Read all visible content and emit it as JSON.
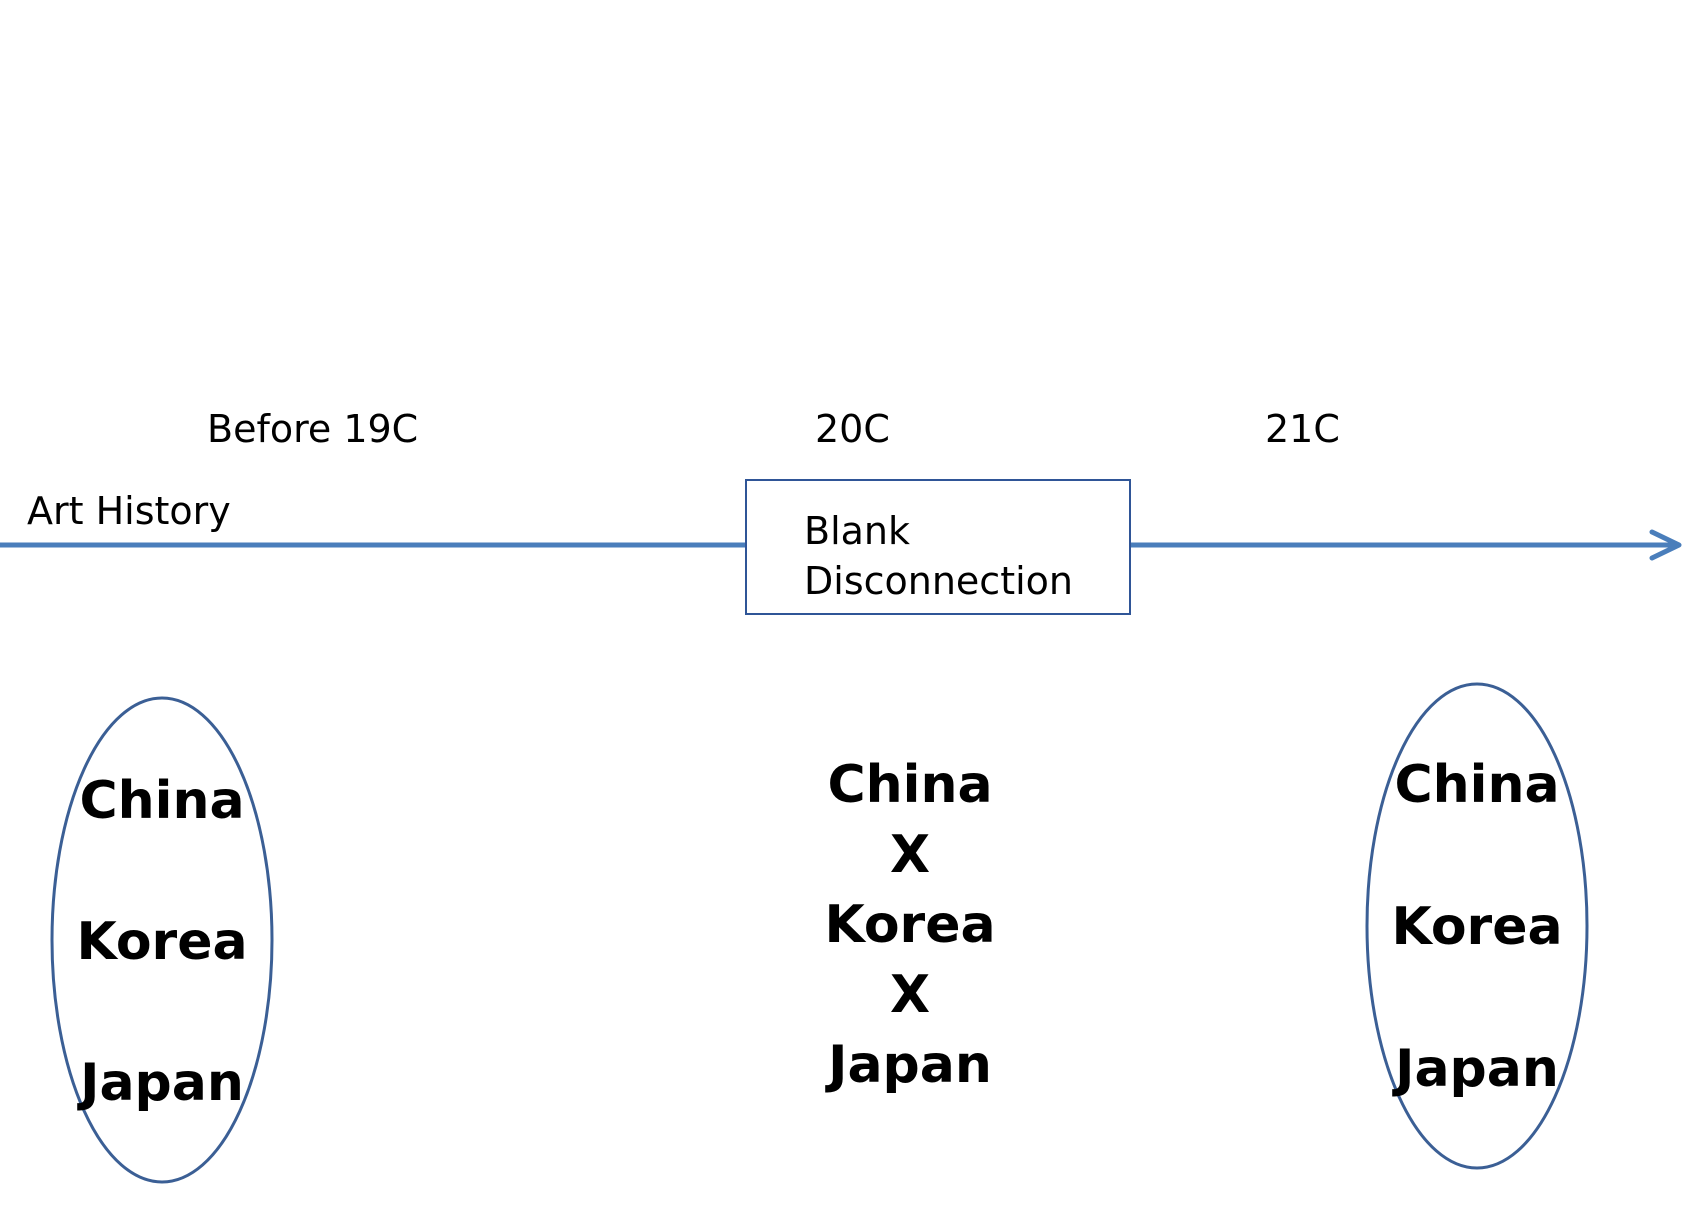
{
  "timeline": {
    "axis_label": "Art History",
    "eras": {
      "before19": "Before 19C",
      "c20": "20C",
      "c21": "21C"
    }
  },
  "gap_box": {
    "line1": "Blank",
    "line2": "Disconnection"
  },
  "groups": {
    "left": {
      "items": [
        "China",
        "Korea",
        "Japan"
      ]
    },
    "middle": {
      "items": [
        "China",
        "X",
        "Korea",
        "X",
        "Japan"
      ]
    },
    "right": {
      "items": [
        "China",
        "Korea",
        "Japan"
      ]
    }
  },
  "colors": {
    "axis": "#4a7ebb",
    "outline": "#3b5f95"
  }
}
